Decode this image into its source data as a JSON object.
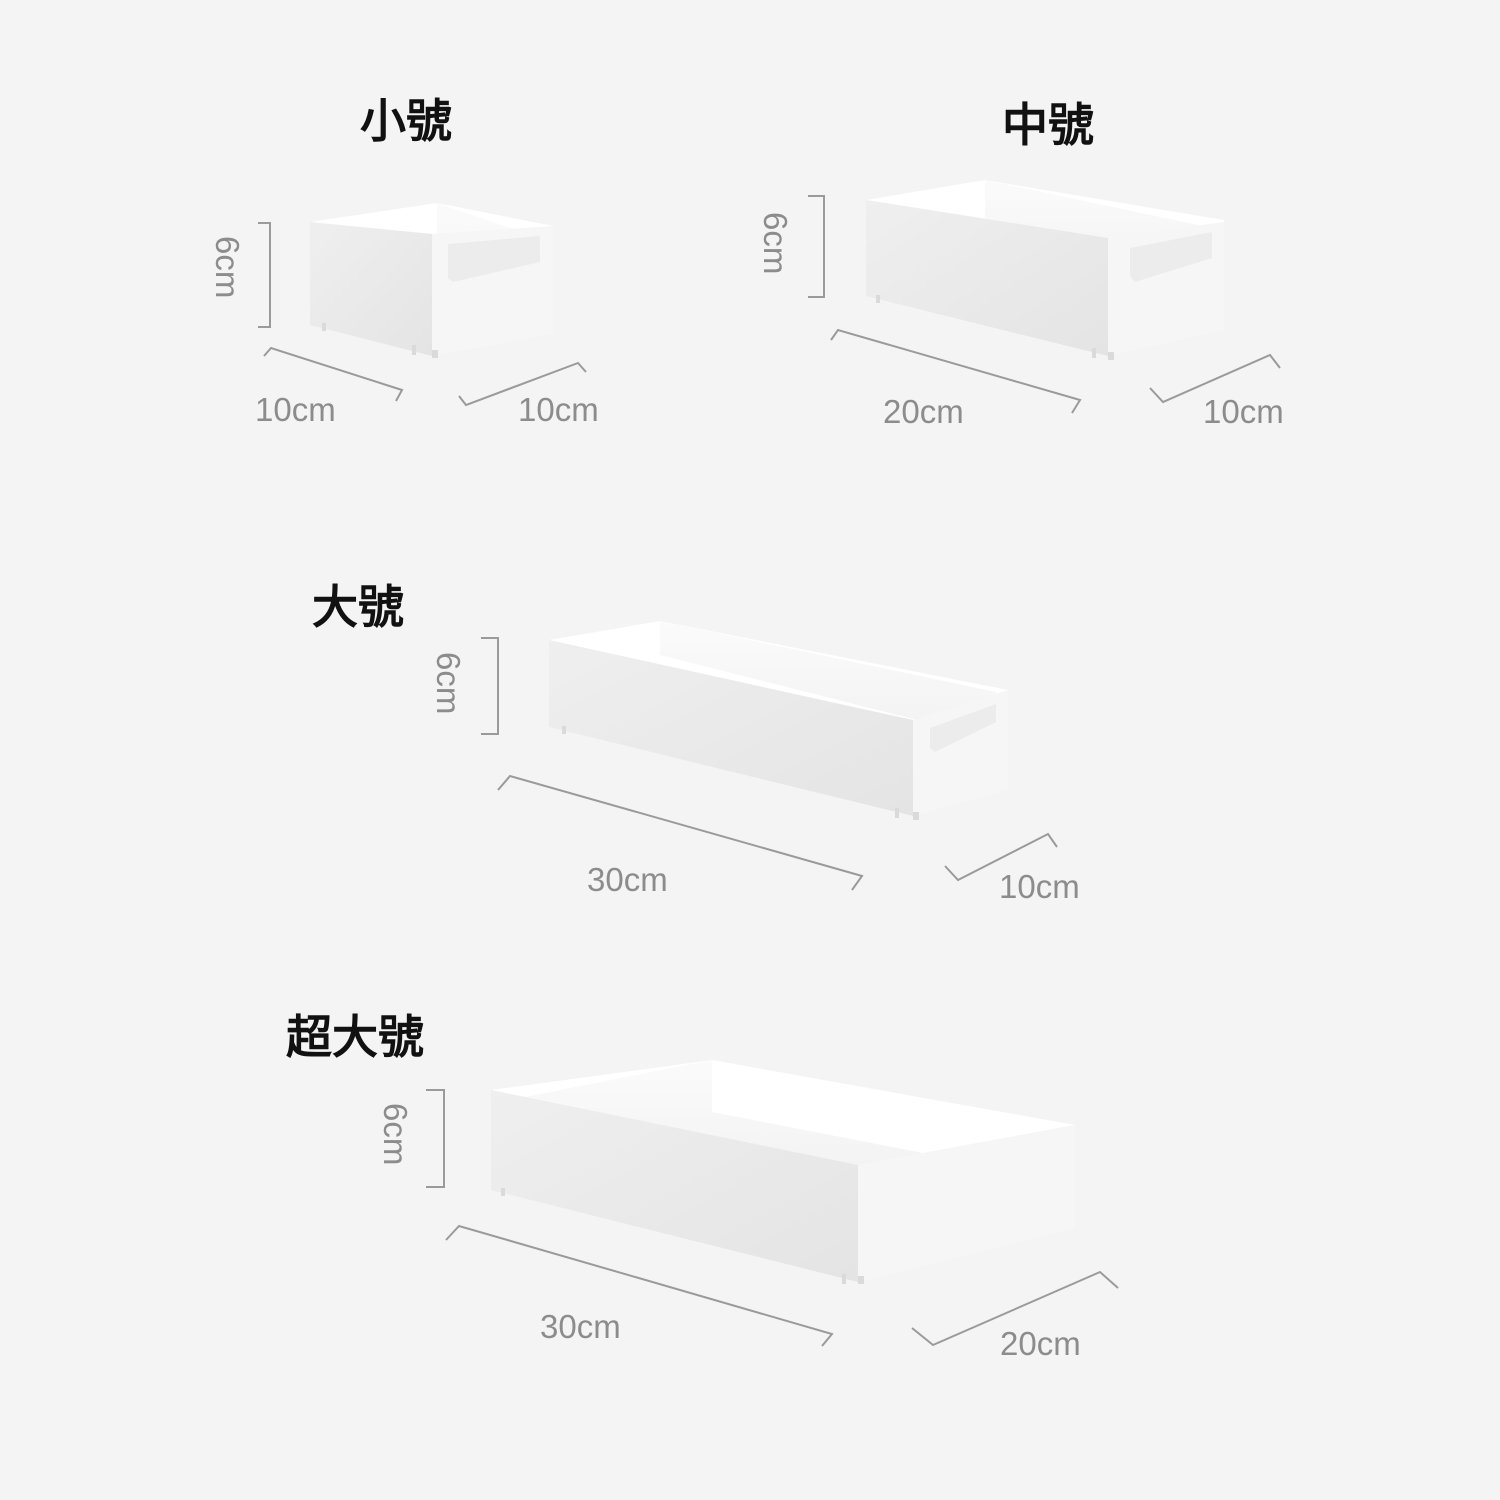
{
  "products": [
    {
      "size_label": "小號",
      "height_label": "6cm",
      "length_label": "10cm",
      "width_label": "10cm"
    },
    {
      "size_label": "中號",
      "height_label": "6cm",
      "length_label": "20cm",
      "width_label": "10cm"
    },
    {
      "size_label": "大號",
      "height_label": "6cm",
      "length_label": "30cm",
      "width_label": "10cm"
    },
    {
      "size_label": "超大號",
      "height_label": "6cm",
      "length_label": "30cm",
      "width_label": "20cm"
    }
  ],
  "colors": {
    "background": "#f4f4f4",
    "box_front": "#e9e9e9",
    "box_interior": "#f8f8f8",
    "box_edge": "#ffffff",
    "dimension_line": "#9a9a9a",
    "dimension_text": "#8c8c8c",
    "title_text": "#111111"
  }
}
